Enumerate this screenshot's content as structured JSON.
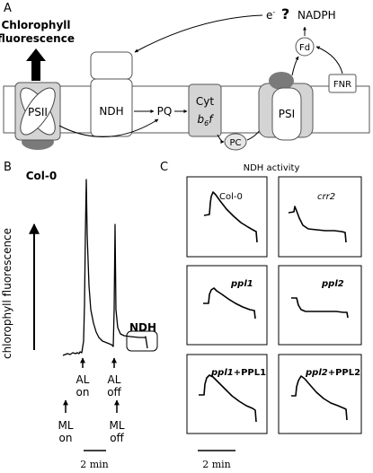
{
  "panelA": {
    "letter": "A",
    "fluorescence_line1": "Chlorophyll",
    "fluorescence_line2": "fluorescence",
    "electron": "e",
    "electron_sup": "-",
    "question": "?",
    "nadph": "NADPH",
    "psii": "PSII",
    "ndh": "NDH",
    "pq": "PQ",
    "cyt_line1": "Cyt",
    "cyt_b": "b",
    "cyt_sub": "6",
    "cyt_f": "f",
    "pc": "PC",
    "psi": "PSI",
    "fd": "Fd",
    "fnr": "FNR"
  },
  "panelB": {
    "letter": "B",
    "title": "Col-0",
    "ylabel": "chlorophyll fluorescence",
    "ndh_box": "NDH",
    "al_on_1": "AL",
    "al_on_2": "on",
    "al_off_1": "AL",
    "al_off_2": "off",
    "ml_on_1": "ML",
    "ml_on_2": "on",
    "ml_off_1": "ML",
    "ml_off_2": "off",
    "scale": "2 min"
  },
  "panelC": {
    "letter": "C",
    "title": "NDH activity",
    "scale": "2 min",
    "plots": [
      {
        "label": "Col-0",
        "suffix": ""
      },
      {
        "label": "crr2",
        "suffix": ""
      },
      {
        "label": "ppl1",
        "suffix": ""
      },
      {
        "label": "ppl2",
        "suffix": ""
      },
      {
        "label": "ppl1",
        "suffix": "+PPL1"
      },
      {
        "label": "ppl2",
        "suffix": "+PPL2"
      }
    ]
  }
}
